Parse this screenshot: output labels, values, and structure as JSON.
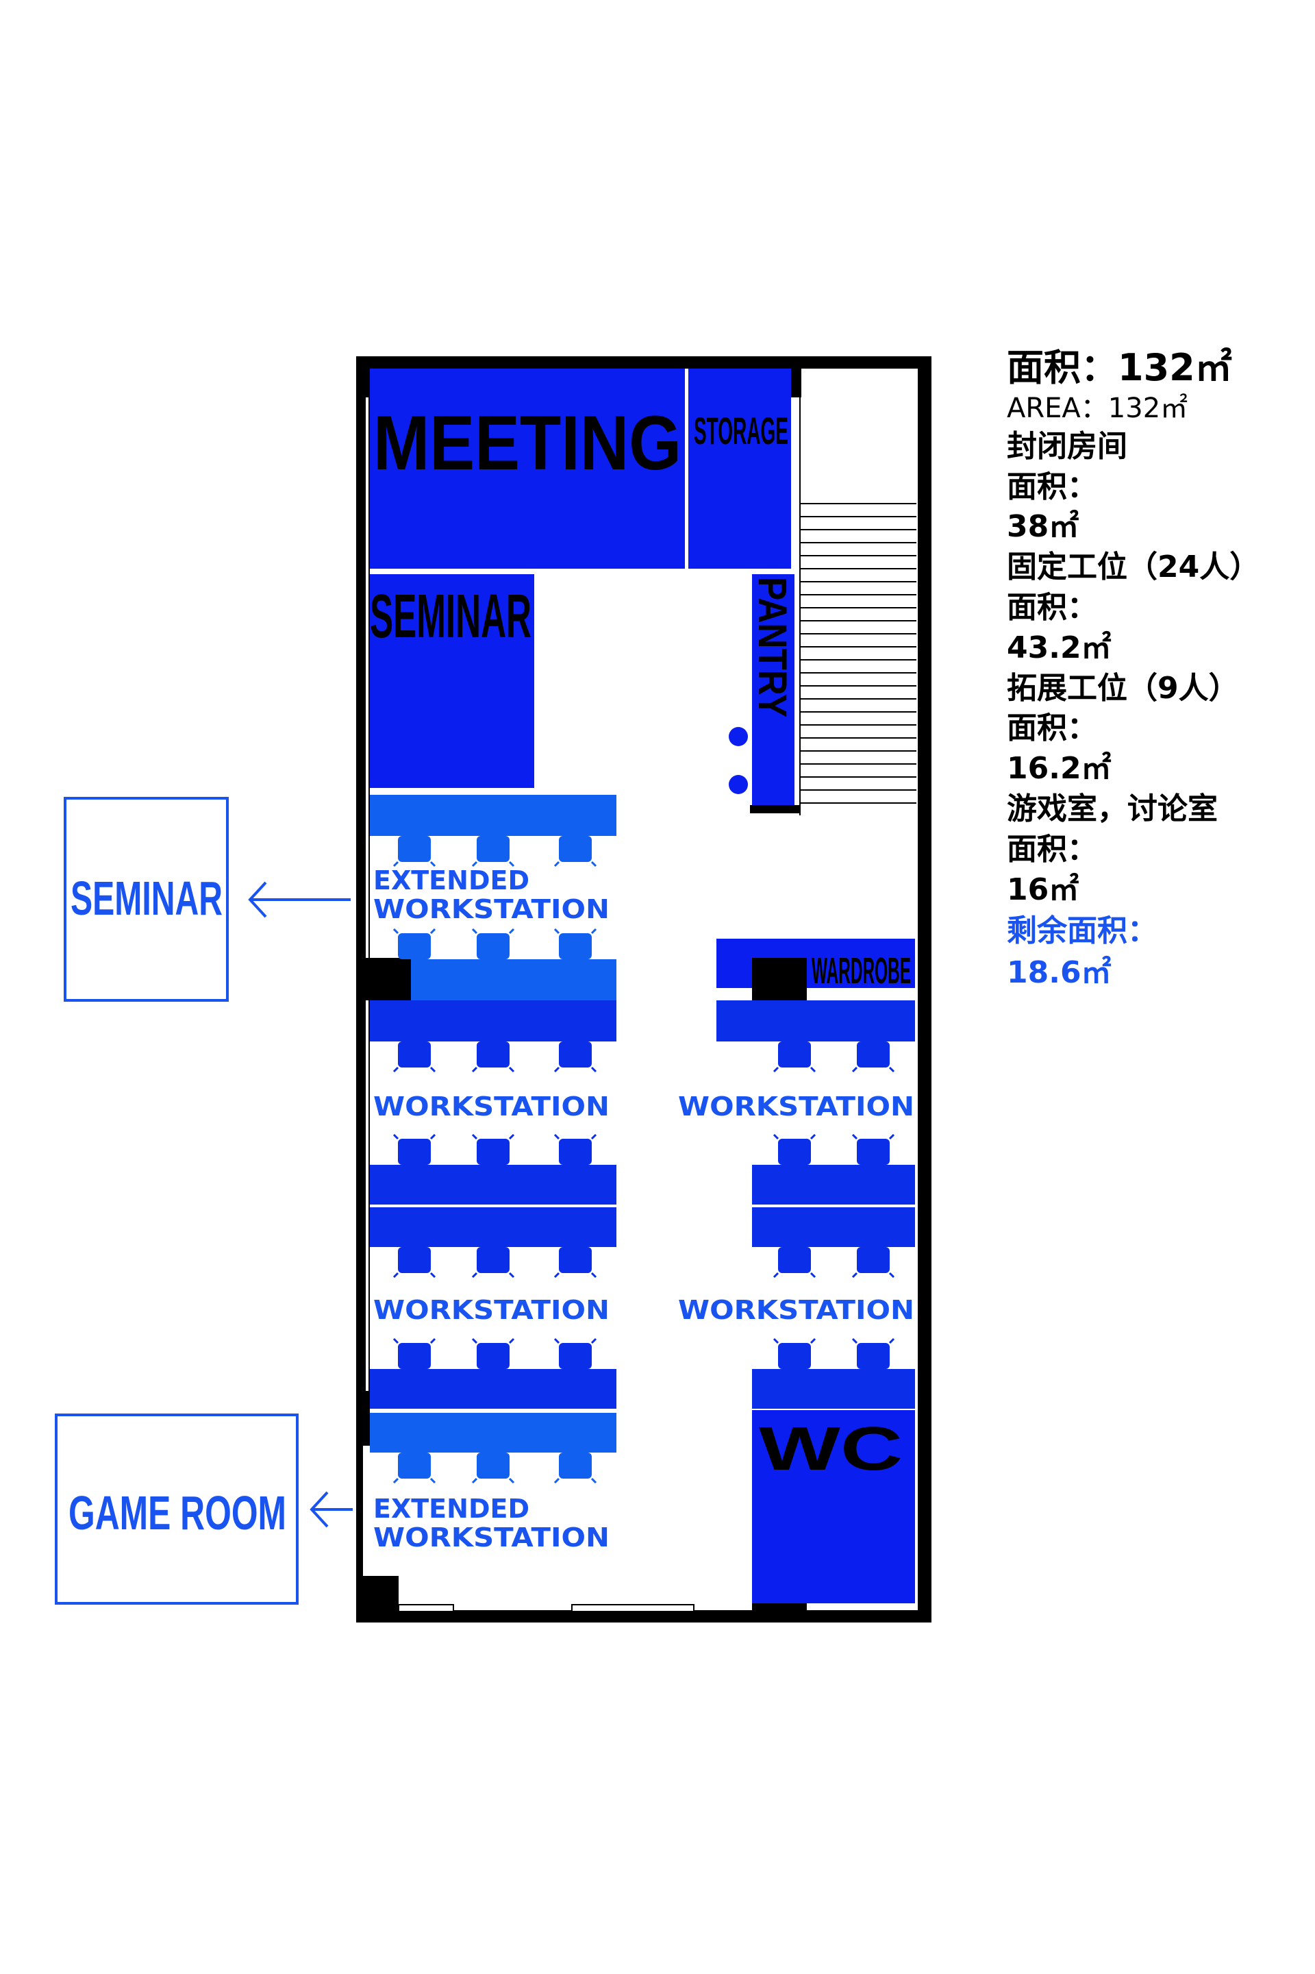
{
  "rooms": {
    "meeting": "MEETING",
    "storage": "STORAGE",
    "seminar": "SEMINAR",
    "pantry": "PANTRY",
    "wardrobe": "WARDROBE",
    "wc": "WC"
  },
  "zones": {
    "extended_top": [
      "EXTENDED",
      "WORKSTATION"
    ],
    "workstation_label": "WORKSTATION",
    "extended_bottom": [
      "EXTENDED",
      "WORKSTATION"
    ]
  },
  "external": {
    "seminar": "SEMINAR",
    "game_room": "GAME ROOM"
  },
  "info": {
    "title": "面积：132㎡",
    "area_en": "AREA：132㎡",
    "closed_label": "封闭房间",
    "closed_area_label": "面积：",
    "closed_area": "38㎡",
    "fixed_label": "固定工位（24人）",
    "fixed_area_label": "面积：",
    "fixed_area": "43.2㎡",
    "extended_label": "拓展工位（9人）",
    "extended_area_label": "面积：",
    "extended_area": "16.2㎡",
    "game_label": "游戏室，讨论室",
    "game_area_label": "面积：",
    "game_area": "16㎡",
    "remaining_label": "剩余面积：",
    "remaining_area": "18.6㎡"
  },
  "colors": {
    "room_blue": "#0a1ef0",
    "workstation_blue": "#0b2ee8",
    "label_blue": "#1a54f0",
    "wall": "#000000"
  }
}
